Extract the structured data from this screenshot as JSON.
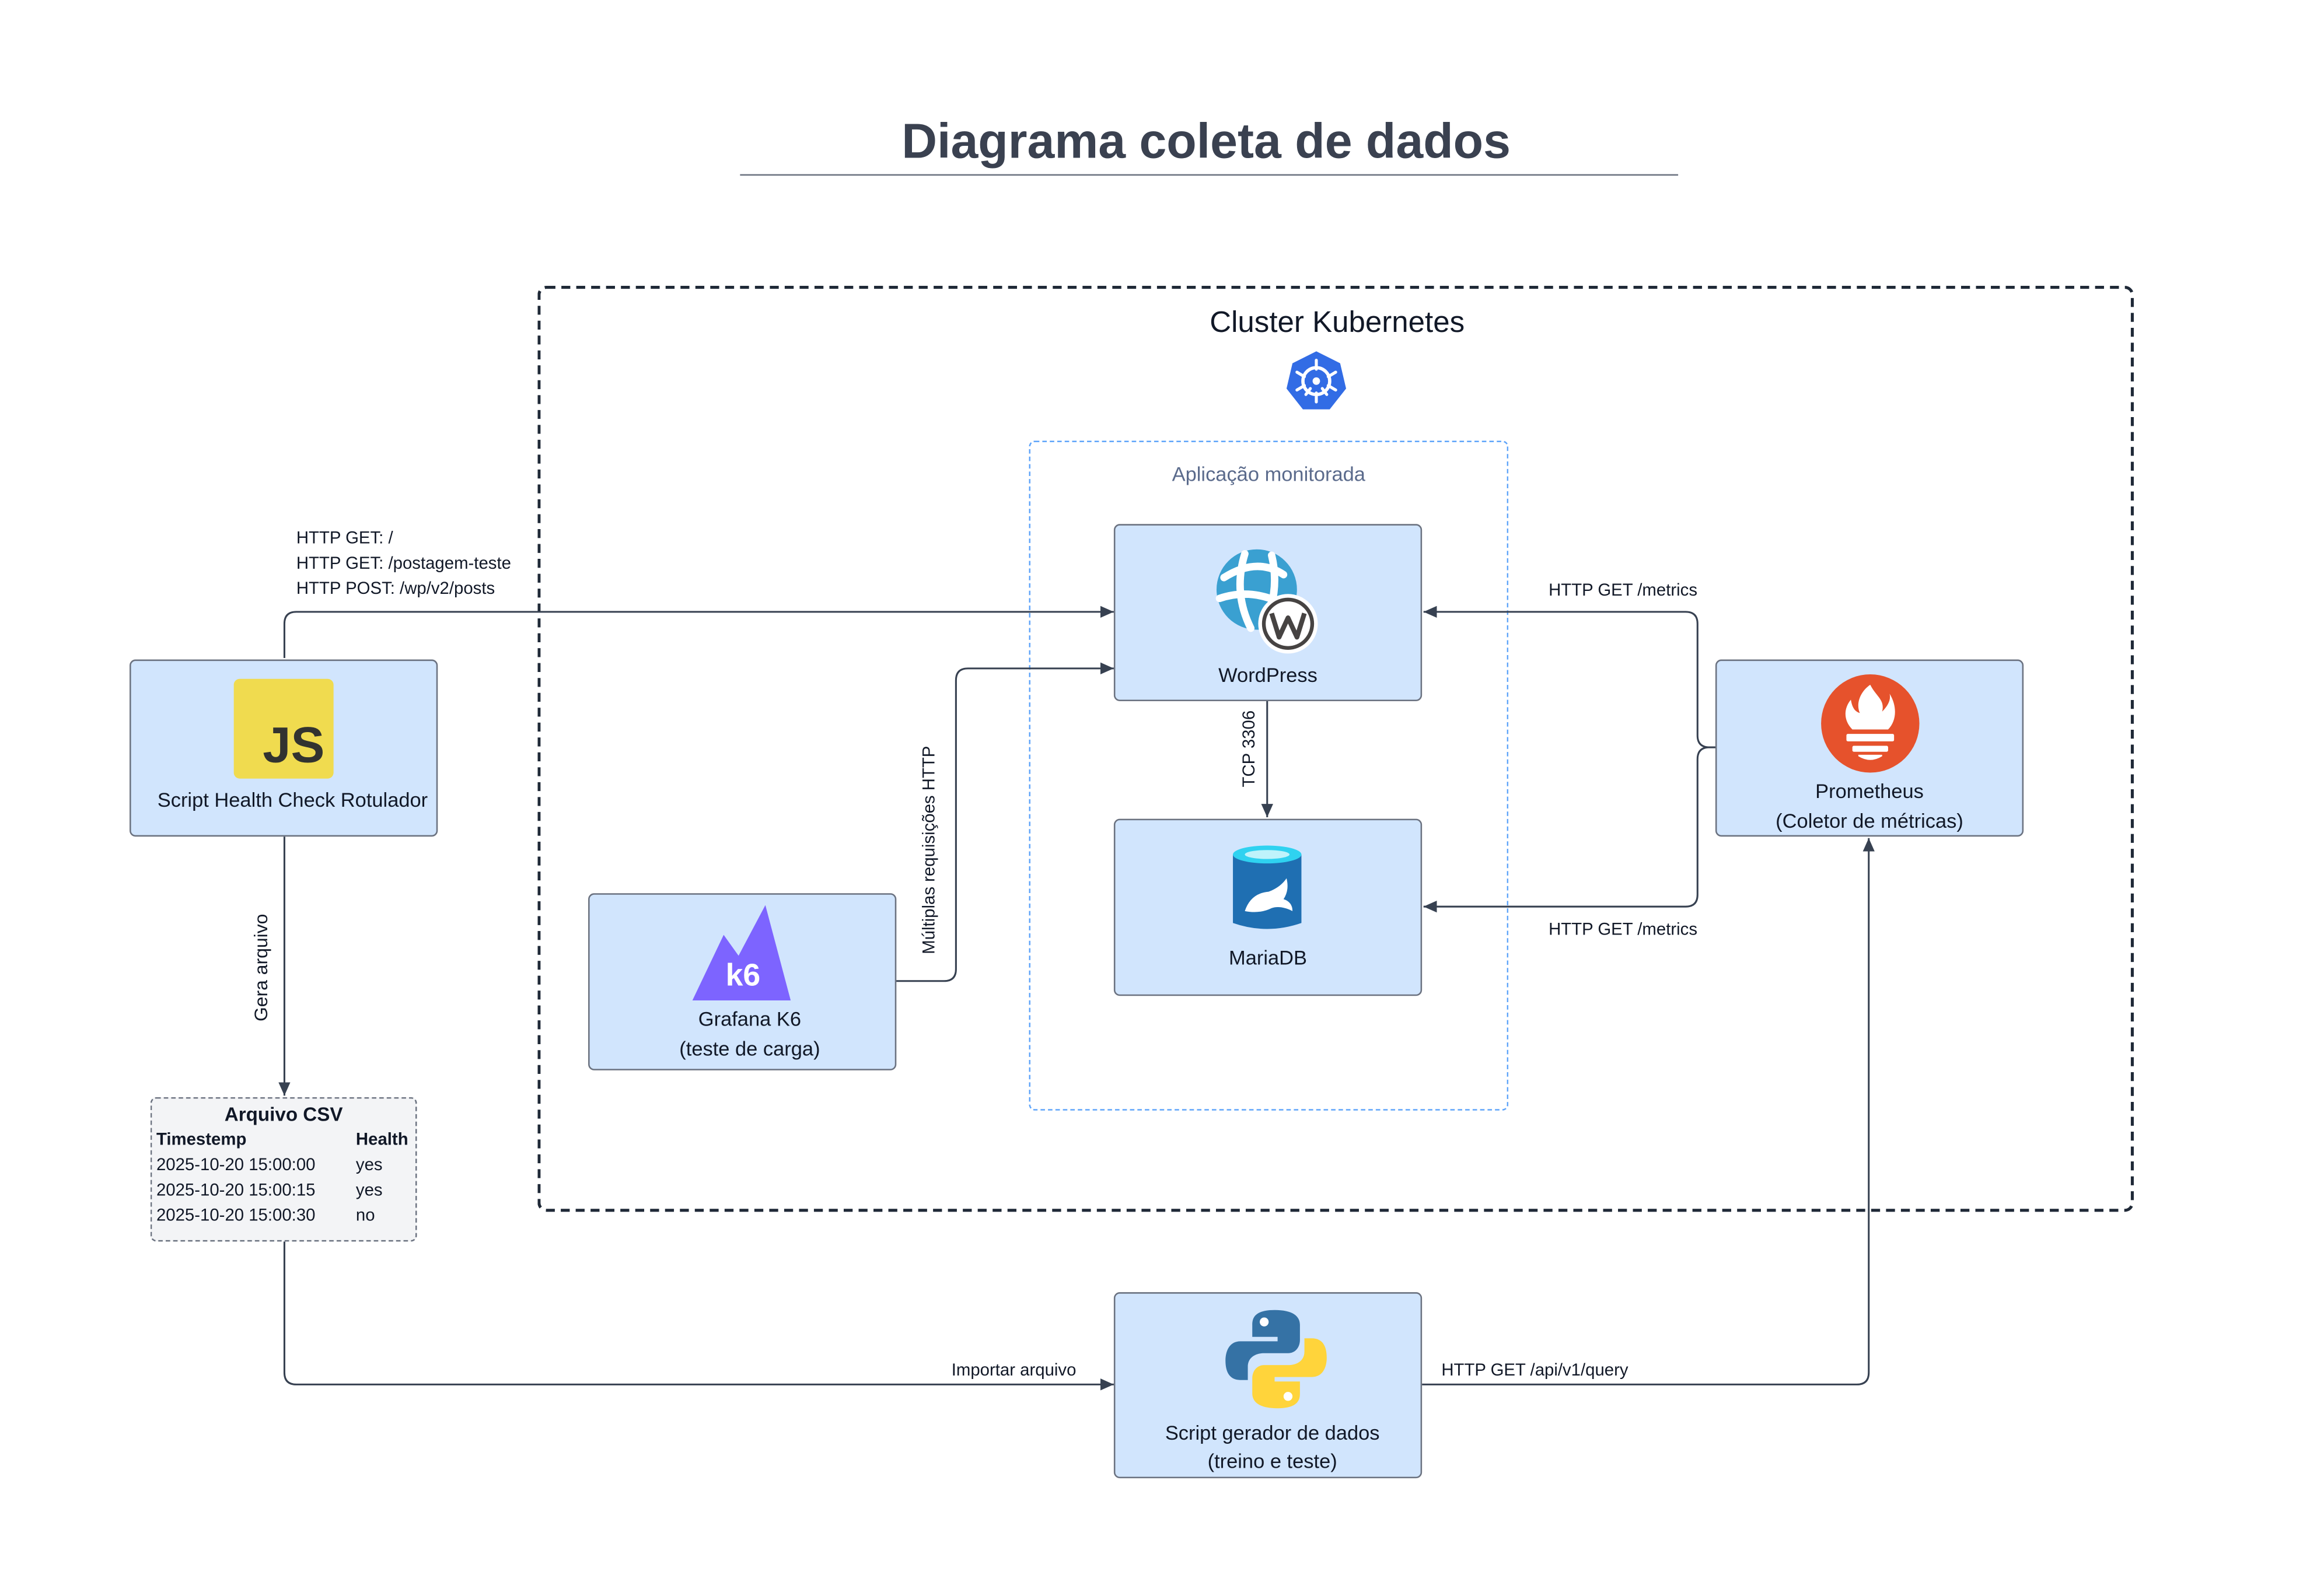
{
  "title": "Diagrama coleta de dados",
  "cluster": {
    "label": "Cluster Kubernetes",
    "icon": "kubernetes-icon"
  },
  "app_group": {
    "label": "Aplicação monitorada"
  },
  "nodes": {
    "js_script": {
      "label": "Script Health Check Rotulador",
      "icon": "javascript-icon",
      "icon_text": "JS"
    },
    "wordpress": {
      "label": "WordPress",
      "icon": "wordpress-icon"
    },
    "mariadb": {
      "label": "MariaDB",
      "icon": "mariadb-icon"
    },
    "k6": {
      "label_line1": "Grafana K6",
      "label_line2": "(teste de carga)",
      "icon": "k6-icon",
      "icon_text": "k6"
    },
    "prometheus": {
      "label_line1": "Prometheus",
      "label_line2": "(Coletor de métricas)",
      "icon": "prometheus-icon"
    },
    "python_script": {
      "label_line1": "Script gerador de dados",
      "label_line2": "(treino e teste)",
      "icon": "python-icon"
    }
  },
  "csv": {
    "title": "Arquivo CSV",
    "headers": [
      "Timestemp",
      "Health"
    ],
    "rows": [
      [
        "2025-10-20 15:00:00",
        "yes"
      ],
      [
        "2025-10-20 15:00:15",
        "yes"
      ],
      [
        "2025-10-20 15:00:30",
        "no"
      ]
    ]
  },
  "edges": {
    "js_to_wp": [
      "HTTP GET: /",
      "HTTP GET: /postagem-teste",
      "HTTP POST: /wp/v2/posts"
    ],
    "k6_to_wp": "Múltiplas requisições HTTP",
    "wp_to_db": "TCP 3306",
    "prom_to_wp": "HTTP GET /metrics",
    "prom_to_db": "HTTP GET /metrics",
    "js_to_csv": "Gera arquivo",
    "csv_to_python": "Importar arquivo",
    "python_to_prom": "HTTP GET /api/v1/query"
  },
  "colors": {
    "node_fill": "#d1e5fd",
    "cluster_border": "#1f2937",
    "app_border": "#60a5fa",
    "kubernetes": "#326ce5",
    "javascript": "#f0db4f",
    "k6": "#7d64ff",
    "prometheus": "#e6522c",
    "mariadb": "#1f6fb2",
    "python_blue": "#3572a5",
    "python_yellow": "#ffd43b"
  }
}
